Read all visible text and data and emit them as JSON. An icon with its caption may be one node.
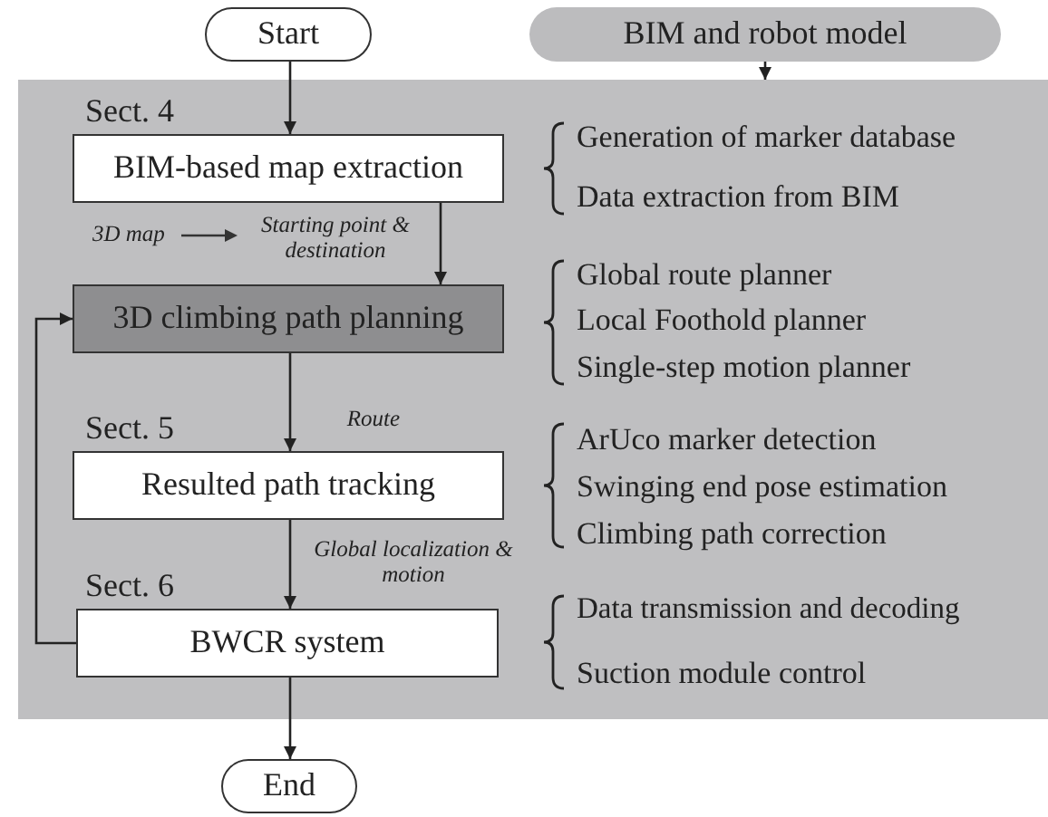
{
  "diagram": {
    "nodes": [
      {
        "text": [
          "Start"
        ]
      },
      {
        "text": [
          "BIM and robot model"
        ]
      },
      {
        "text": [],
        "shape": "box"
      },
      {
        "text": [
          "BIM-based map extraction"
        ],
        "beside": [
          "Sect. 4"
        ],
        "in": 2
      },
      {
        "text": [
          "3D climbing path planning"
        ],
        "in": 2
      },
      {
        "text": [
          "Resulted path tracking"
        ],
        "beside": [
          "Sect. 5"
        ],
        "in": 2
      },
      {
        "text": [
          "BWCR system"
        ],
        "beside": [
          "Sect. 6"
        ],
        "in": 2
      },
      {
        "text": [
          "End"
        ]
      }
    ],
    "edges": [
      {
        "from": 0,
        "to": 3,
        "arrow": "to"
      },
      {
        "from": 1,
        "to": 2,
        "arrow": "to"
      },
      {
        "from": 3,
        "to": 4,
        "arrow": "to",
        "label": "Starting point & destination"
      },
      {
        "from": 4,
        "to": 5,
        "arrow": "to",
        "label": "Route"
      },
      {
        "from": 5,
        "to": 6,
        "arrow": "to",
        "label": "Global localization & motion"
      },
      {
        "from": 6,
        "to": 4,
        "arrow": "to"
      },
      {
        "from": 6,
        "to": 7,
        "arrow": "to"
      }
    ],
    "labels": [
      "Generation of marker database",
      "Data extraction from BIM",
      "3D map",
      "Global route planner",
      "Local Foothold planner",
      "Single-step motion planner",
      "ArUco marker detection",
      "Swinging end pose estimation",
      "Climbing path correction",
      "Data transmission and decoding",
      "Suction module control"
    ]
  }
}
